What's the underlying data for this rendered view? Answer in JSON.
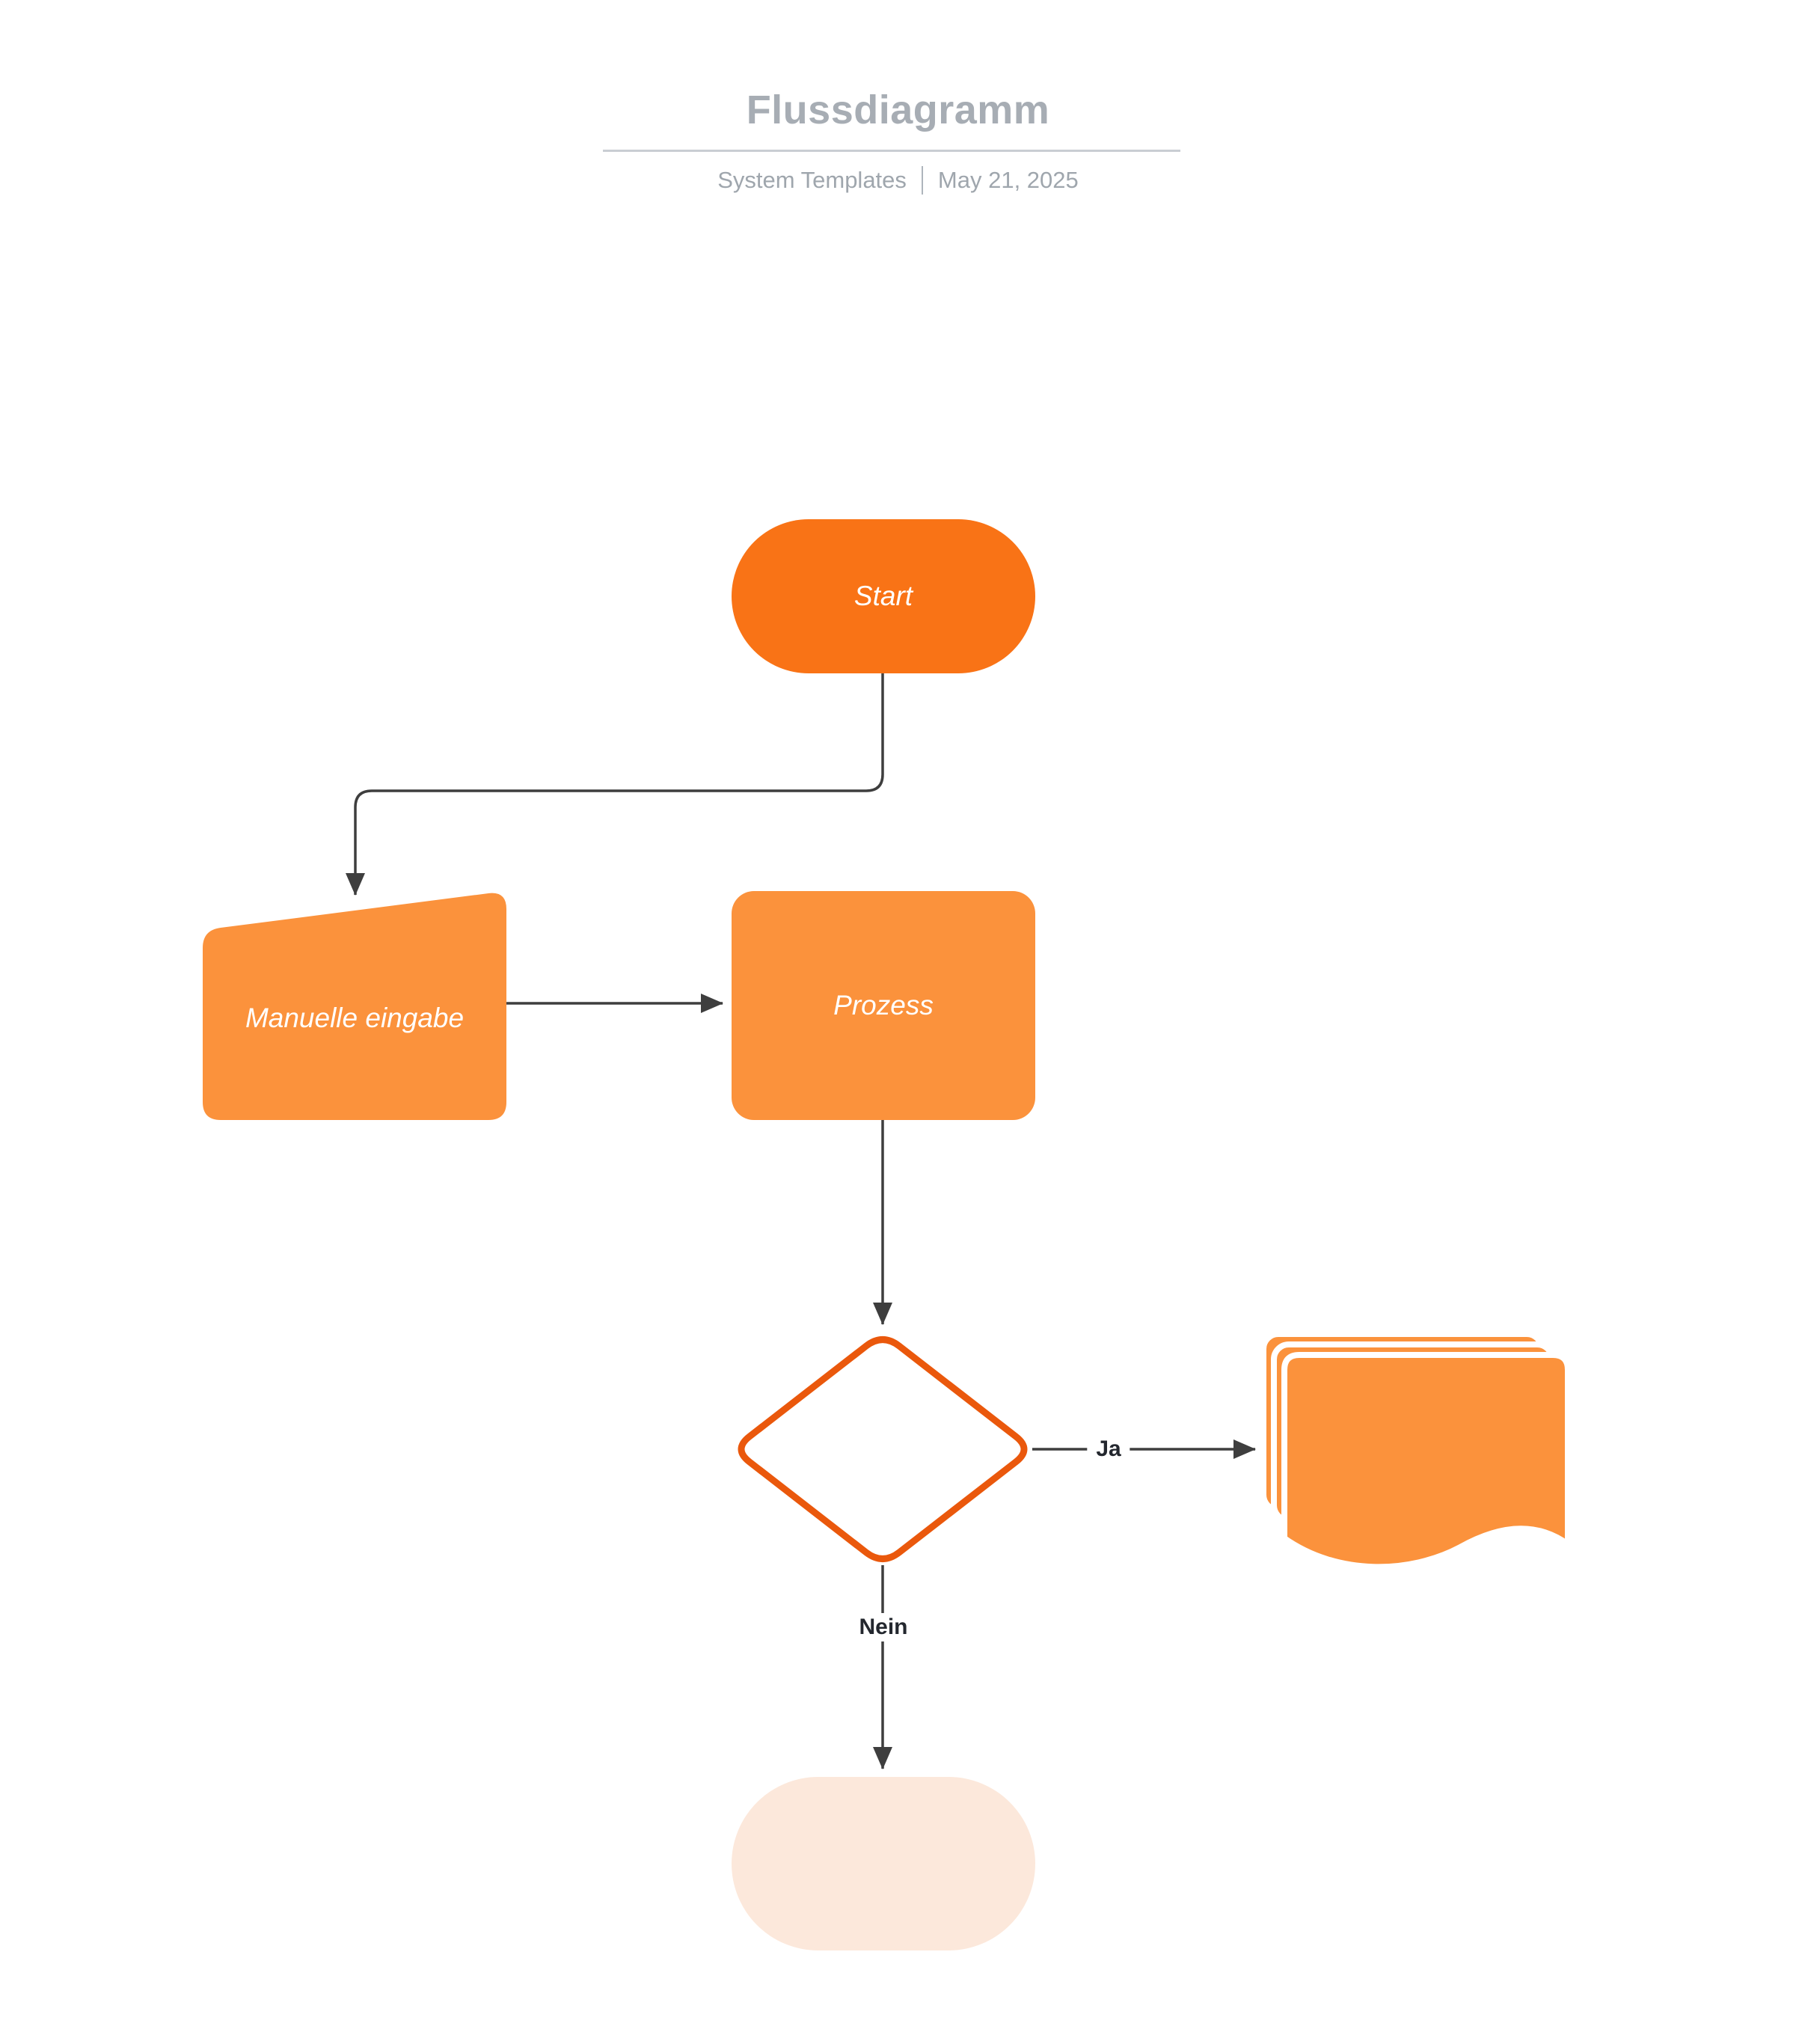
{
  "header": {
    "title": "Flussdiagramm",
    "subtitle": "System Templates",
    "date": "May 21, 2025"
  },
  "nodes": {
    "start": {
      "label": "Start"
    },
    "manual_input": {
      "label": "Manuelle eingabe"
    },
    "process": {
      "label": "Prozess"
    },
    "decision": {
      "label": ""
    },
    "documents": {
      "label": ""
    },
    "end": {
      "label": ""
    }
  },
  "edges": {
    "yes": "Ja",
    "no": "Nein"
  },
  "colors": {
    "start_fill": "#F97316",
    "node_fill": "#FB923C",
    "decision_stroke": "#EA580C",
    "end_fill": "#FCE8DB",
    "arrow": "#3E3E3E",
    "title_text": "#A7ADB4",
    "subtitle_text": "#9FA6AD",
    "underline": "#C9CDD3"
  }
}
